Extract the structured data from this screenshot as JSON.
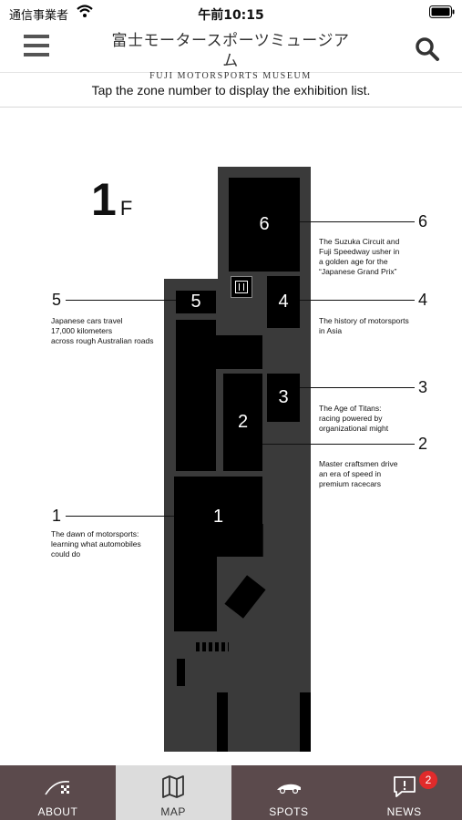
{
  "status_bar": {
    "carrier": "通信事業者",
    "time": "午前10:15"
  },
  "header": {
    "logo_ja": "富士モータースポーツミュージアム",
    "logo_en": "FUJI MOTORSPORTS MUSEUM"
  },
  "instruction": "Tap the zone number to display the exhibition list.",
  "floor": {
    "number": "1",
    "unit": "F"
  },
  "zones": [
    {
      "number": "1",
      "description_lines": [
        "The dawn of motorsports:",
        "learning what automobiles",
        "could do"
      ]
    },
    {
      "number": "2",
      "description_lines": [
        "Master craftsmen drive",
        "an era of speed in",
        "premium racecars"
      ]
    },
    {
      "number": "3",
      "description_lines": [
        "The Age of Titans:",
        "racing powered by",
        "organizational might"
      ]
    },
    {
      "number": "4",
      "description_lines": [
        "The history of motorsports",
        "in Asia"
      ]
    },
    {
      "number": "5",
      "description_lines": [
        "Japanese cars travel",
        "17,000 kilometers",
        "across rough Australian roads"
      ]
    },
    {
      "number": "6",
      "description_lines": [
        "The Suzuka Circuit and",
        "Fuji Speedway usher in",
        "a golden age for the",
        "“Japanese Grand Prix”"
      ]
    }
  ],
  "tabs": [
    {
      "label": "ABOUT",
      "icon": "flag-icon"
    },
    {
      "label": "MAP",
      "icon": "map-icon",
      "active": true
    },
    {
      "label": "SPOTS",
      "icon": "car-icon"
    },
    {
      "label": "NEWS",
      "icon": "news-icon",
      "badge": "2"
    }
  ],
  "colors": {
    "tabbar": "#5b4a4c",
    "active_tab": "#dcdcdc",
    "building": "#3a3a3a",
    "badge": "#e02b2b"
  }
}
